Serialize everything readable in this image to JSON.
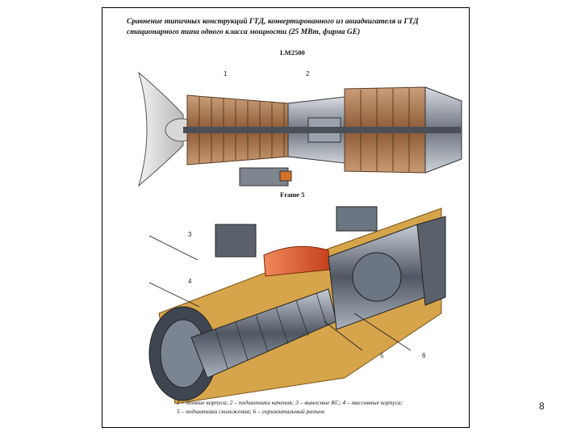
{
  "document": {
    "title_line1": "Сравнение типичных конструкций ГТД, конвертированного из авиадвигателя и ГТД",
    "title_line2": "стационарного типа одного класса мощности (25 МВт, фирма GE)",
    "figure1_label": "LM2500",
    "figure2_label": "Frame 5",
    "callouts": {
      "c1": "1",
      "c2": "2",
      "c3": "3",
      "c4": "4",
      "c5": "5",
      "c6": "6"
    },
    "caption_line1": "1 – тонкие корпуса; 2 – подшипники качения; 3 – выносные КС; 4 – массивные корпуса;",
    "caption_line2": "5 – подшипники скольжения; 6 – горизонтальный разъем"
  },
  "page_number": "8"
}
